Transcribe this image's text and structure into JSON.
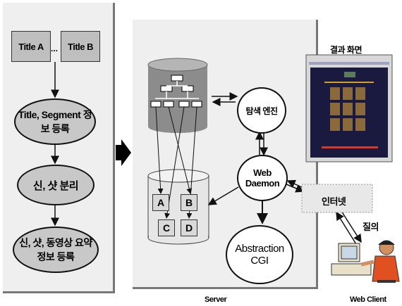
{
  "left_flow": {
    "title_a": "Title A",
    "ellipsis": "...",
    "title_b": "Title B",
    "step1": "Title, Segment 정보 등록",
    "step2": "신, 샷 분리",
    "step3": "신, 샷, 동영상 요약 정보 등록"
  },
  "server": {
    "search_engine": "탐색 엔진",
    "web_daemon": "Web Daemon",
    "abstraction_cgi": "Abstraction CGI",
    "boxes": [
      "A",
      "B",
      "C",
      "D"
    ],
    "label": "Server"
  },
  "client": {
    "result_title": "결과 화면",
    "internet": "인터넷",
    "query": "질의",
    "label": "Web Client"
  },
  "colors": {
    "panel": "#efefef",
    "panel_shadow": "#777777",
    "node_gray": "#c8c8c8",
    "screen_bg": "#1a1a40"
  }
}
